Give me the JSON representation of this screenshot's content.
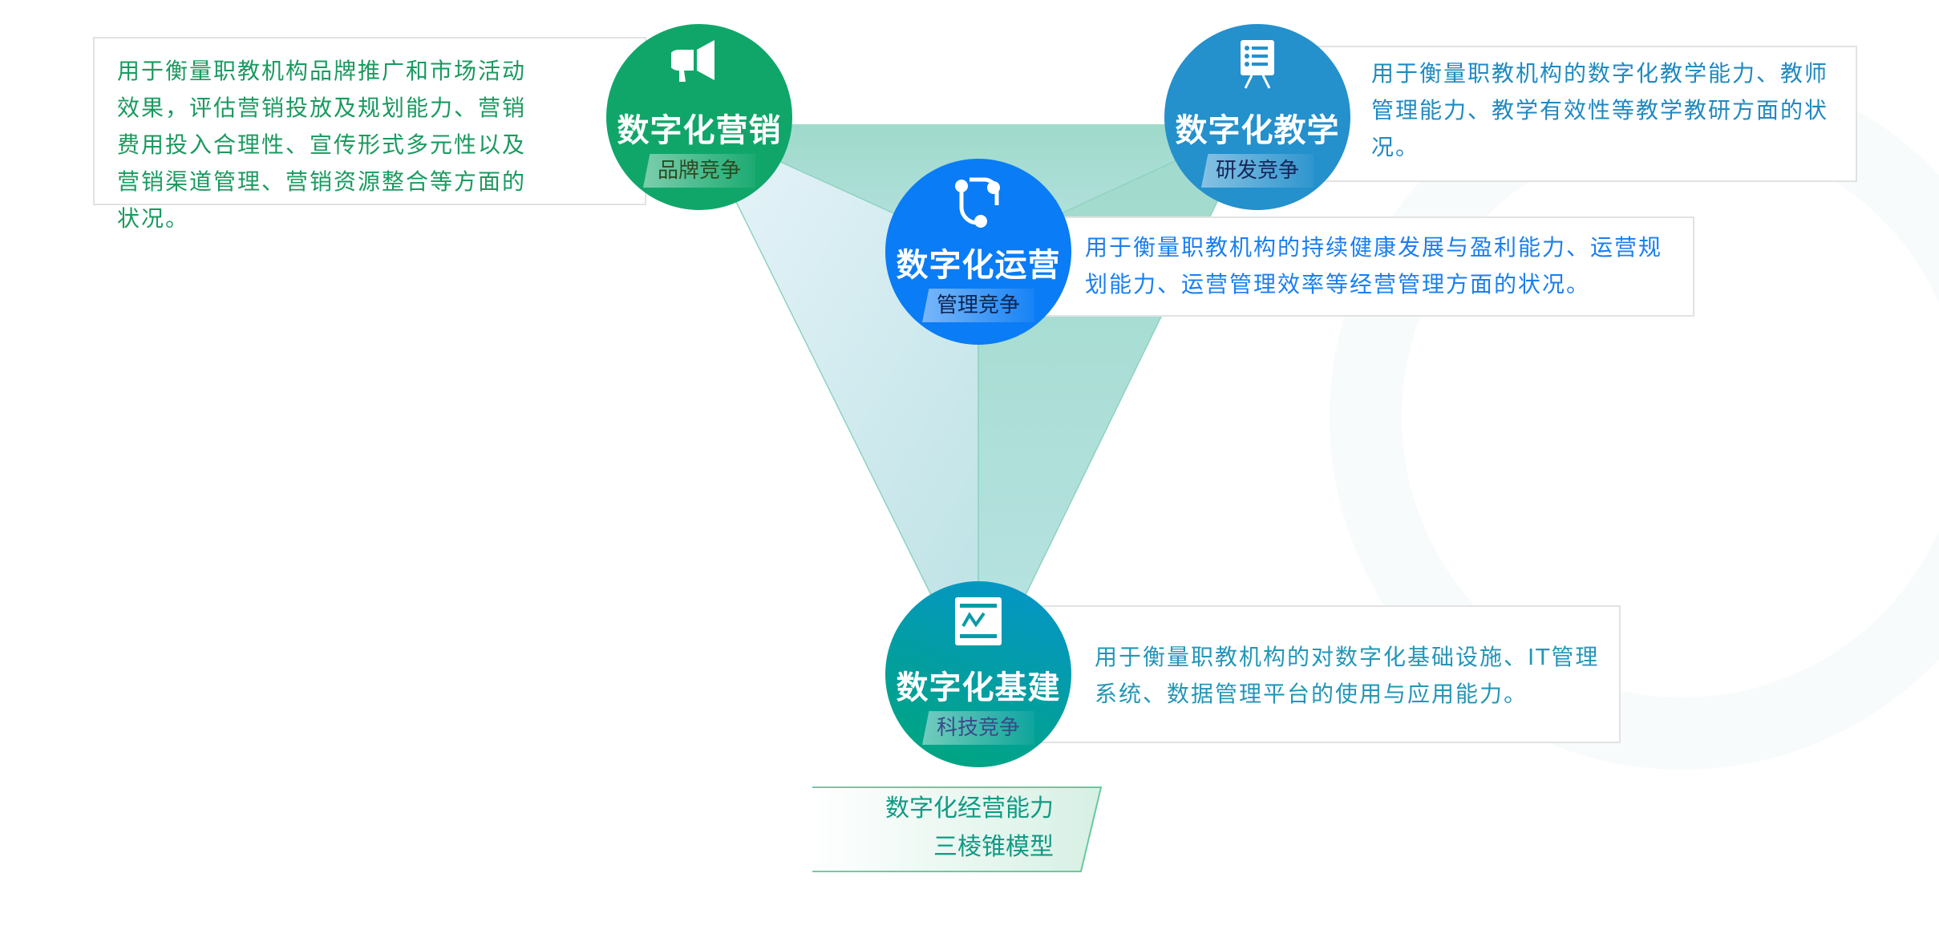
{
  "colors": {
    "marketing": "#10a66a",
    "teaching": "#2490cc",
    "operations": "#0a7cf5",
    "infrastructure": "#0499a6"
  },
  "nodes": {
    "marketing": {
      "title": "数字化营销",
      "badge": "品牌竞争",
      "icon": "megaphone-icon",
      "description": "用于衡量职教机构品牌推广和市场活动效果，评估营销投放及规划能力、营销费用投入合理性、宣传形式多元性以及营销渠道管理、营销资源整合等方面的状况。"
    },
    "teaching": {
      "title": "数字化教学",
      "badge": "研发竞争",
      "icon": "presentation-board-icon",
      "description": "用于衡量职教机构的数字化教学能力、教师管理能力、教学有效性等教学教研方面的状况。"
    },
    "operations": {
      "title": "数字化运营",
      "badge": "管理竞争",
      "icon": "cycle-nodes-icon",
      "description": "用于衡量职教机构的持续健康发展与盈利能力、运营规划能力、运营管理效率等经营管理方面的状况。"
    },
    "infrastructure": {
      "title": "数字化基建",
      "badge": "科技竞争",
      "icon": "chart-panel-icon",
      "description": "用于衡量职教机构的对数字化基础设施、IT管理系统、数据管理平台的使用与应用能力。"
    }
  },
  "model_label": {
    "line1": "数字化经营能力",
    "line2": "三棱锥模型"
  }
}
